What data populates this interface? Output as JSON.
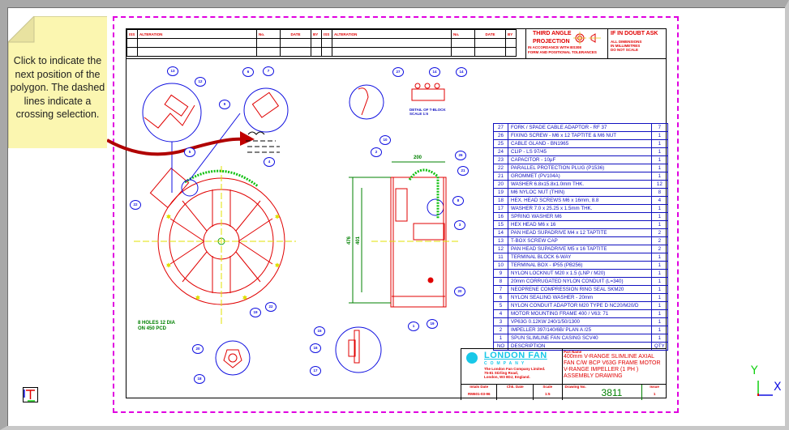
{
  "tooltip": {
    "text": "Click to indicate the next position of the polygon. The dashed lines indicate a crossing selection."
  },
  "revision_table": {
    "headers_left": [
      "ISS",
      "ALTERATION",
      "No.",
      "DATE",
      "BY"
    ],
    "headers_right": [
      "ISS",
      "ALTERATION",
      "No.",
      "DATE",
      "BY"
    ]
  },
  "projection": {
    "title_line1": "THIRD ANGLE",
    "title_line2": "PROJECTION",
    "sub_line1": "IN ACCORDANCE WITH BS308",
    "sub_line2": "FORM AND POSITIONAL TOLERANCES"
  },
  "doubt": {
    "title": "IF IN DOUBT ASK",
    "line1": "ALL DIMENSIONS",
    "line2": "IN MILLIMETRES",
    "line3": "DO NOT SCALE"
  },
  "bom": {
    "rows": [
      {
        "no": "27",
        "desc": "FORK / SPADE CABLE ADAPTOR - RF 37",
        "qty": "7"
      },
      {
        "no": "26",
        "desc": "FIXING SCREW - M6 x 12 TAPTITE & M6 NUT",
        "qty": "1"
      },
      {
        "no": "25",
        "desc": "CABLE GLAND - BN1965",
        "qty": "1"
      },
      {
        "no": "24",
        "desc": "CLIP - LS 97/45",
        "qty": "1"
      },
      {
        "no": "23",
        "desc": "CAPACITOR - 10µF",
        "qty": "1"
      },
      {
        "no": "22",
        "desc": "PARALLEL PROTECTION PLUG (P1536)",
        "qty": "1"
      },
      {
        "no": "21",
        "desc": "GROMMET (PV104A)",
        "qty": "1"
      },
      {
        "no": "20",
        "desc": "WASHER 6.8x15.8x1.0mm THK.",
        "qty": "12"
      },
      {
        "no": "19",
        "desc": "M6 NYLOC NUT (THIN)",
        "qty": "8"
      },
      {
        "no": "18",
        "desc": "HEX. HEAD SCREWS M6 x 16mm, 8.8",
        "qty": "4"
      },
      {
        "no": "17",
        "desc": "WASHER 7.0 x 25.25 x 1.5mm THK.",
        "qty": "1"
      },
      {
        "no": "16",
        "desc": "SPRING WASHER M6",
        "qty": "1"
      },
      {
        "no": "15",
        "desc": "HEX HEAD M6 x 16",
        "qty": "1"
      },
      {
        "no": "14",
        "desc": "PAN HEAD SUPADRIVE M4 x 12 TAPTITE",
        "qty": "2"
      },
      {
        "no": "13",
        "desc": "T-BOX SCREW CAP",
        "qty": "2"
      },
      {
        "no": "12",
        "desc": "PAN HEAD SUPADRIVE M5 x 16 TAPTITE",
        "qty": "2"
      },
      {
        "no": "11",
        "desc": "TERMINAL BLOCK 6-WAY",
        "qty": "1"
      },
      {
        "no": "10",
        "desc": "TERMINAL BOX - IP55 (PB256)",
        "qty": "1"
      },
      {
        "no": "9",
        "desc": "NYLON LOCKNUT M20 x 1.5 (LNP / M20)",
        "qty": "1"
      },
      {
        "no": "8",
        "desc": "20mm CORRUGATED NYLON CONDUIT (L=340)",
        "qty": "1"
      },
      {
        "no": "7",
        "desc": "NEOPRENE COMPRESSION RING SEAL SKM20",
        "qty": "1"
      },
      {
        "no": "6",
        "desc": "NYLON SEALING WASHER - 20mm",
        "qty": "1"
      },
      {
        "no": "5",
        "desc": "NYLON CONDUIT ADAPTOR M20 TYPE D NC20/M20/D",
        "qty": "1"
      },
      {
        "no": "4",
        "desc": "MOTOR MOUNTING FRAME 400 / V63: 71",
        "qty": "1"
      },
      {
        "no": "3",
        "desc": "VP63G 0.12KW 240/1/50/1300",
        "qty": "1"
      },
      {
        "no": "2",
        "desc": "IMPELLER 397/140/6B/ PLAN A /25",
        "qty": "1"
      },
      {
        "no": "1",
        "desc": "SPUN SLIMLINE FAN CASING SCV40",
        "qty": "1"
      }
    ],
    "footer": {
      "no": "NO",
      "desc": "DESCRIPTION",
      "qty": "QTY"
    }
  },
  "title_block": {
    "company_name": "LONDON FAN",
    "company_sub": "COMPANY",
    "address_line1": "The London Fan Company Limited.",
    "address_line2": "75-81 Stirling Road,",
    "address_line3": "London, W3 8DJ, England.",
    "part_name_label": "Part Name",
    "part_name_lines": [
      "400mm V-RANGE SLIMLINE AXIAL",
      "FAN C/W BCP V63G FRAME MOTOR",
      "V-RANGE IMPELLER (1 PH )",
      "ASSEMBLY DRAWING"
    ],
    "initials_date_label": "Intals Date",
    "initials_date_value": "RM601-03-96",
    "chk_date_label": "Chk. Date",
    "chk_date_value": "",
    "scale_label": "Scale",
    "scale_value": "1:5",
    "drawing_no_label": "Drawing No.",
    "drawing_no_value": "3811",
    "issue_label": "Issue",
    "issue_value": "1"
  },
  "annotations": {
    "holes_note_line1": "8 HOLES 12 DIA",
    "holes_note_line2": "ON 450 PCD",
    "dim_width": "200",
    "dim_height_outer": "476",
    "dim_height_inner": "401",
    "detail_caption_line1": "DETAIL OF T-BLOCK",
    "detail_caption_line2": "SCALE 1:5"
  },
  "balloons": {
    "front_view": [
      "13",
      "12",
      "6",
      "7",
      "9",
      "5",
      "4",
      "22",
      "19",
      "22",
      "20",
      "18"
    ],
    "side_view": [
      "27",
      "14",
      "14",
      "2",
      "10",
      "26",
      "21",
      "8",
      "3",
      "20",
      "19",
      "1",
      "15",
      "16",
      "17"
    ]
  },
  "axes": {
    "x_label": "X",
    "y_label": "Y"
  },
  "colors": {
    "tooltip_bg": "#fbf6b0",
    "sheet_border": "#e000e0",
    "bom_blue": "#1010c0",
    "title_red": "#e00000",
    "drawing_no_green": "#008000",
    "arrow_red": "#b00000"
  }
}
